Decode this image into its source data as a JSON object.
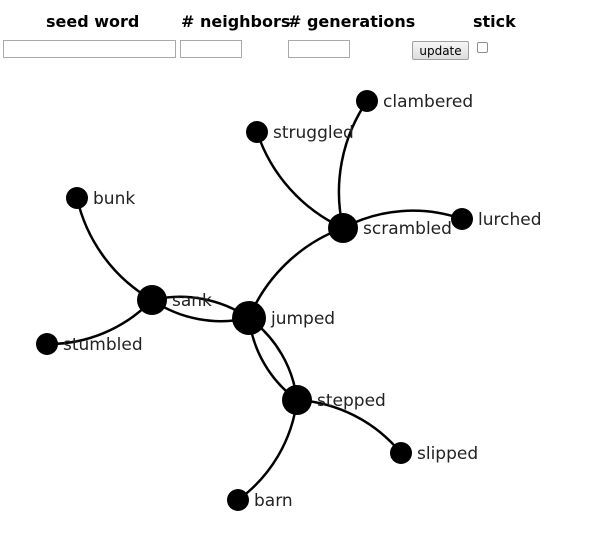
{
  "controls": {
    "seed_word_label": "seed word",
    "neighbors_label": "# neighbors",
    "generations_label": "# generations",
    "stick_label": "stick",
    "seed_word_value": "",
    "neighbors_value": "",
    "generations_value": "",
    "update_label": "update",
    "stick_checked": false
  },
  "graph": {
    "nodes": [
      {
        "id": "jumped",
        "label": "jumped",
        "level": 0
      },
      {
        "id": "scrambled",
        "label": "scrambled",
        "level": 1
      },
      {
        "id": "sank",
        "label": "sank",
        "level": 1
      },
      {
        "id": "stepped",
        "label": "stepped",
        "level": 1
      },
      {
        "id": "clambered",
        "label": "clambered",
        "level": 2
      },
      {
        "id": "struggled",
        "label": "struggled",
        "level": 2
      },
      {
        "id": "lurched",
        "label": "lurched",
        "level": 2
      },
      {
        "id": "bunk",
        "label": "bunk",
        "level": 2
      },
      {
        "id": "stumbled",
        "label": "stumbled",
        "level": 2
      },
      {
        "id": "slipped",
        "label": "slipped",
        "level": 2
      },
      {
        "id": "barn",
        "label": "barn",
        "level": 2
      }
    ],
    "edges": [
      {
        "source": "jumped",
        "target": "scrambled"
      },
      {
        "source": "jumped",
        "target": "sank"
      },
      {
        "source": "sank",
        "target": "jumped"
      },
      {
        "source": "jumped",
        "target": "stepped"
      },
      {
        "source": "stepped",
        "target": "jumped"
      },
      {
        "source": "scrambled",
        "target": "clambered"
      },
      {
        "source": "scrambled",
        "target": "struggled"
      },
      {
        "source": "scrambled",
        "target": "lurched"
      },
      {
        "source": "sank",
        "target": "bunk"
      },
      {
        "source": "sank",
        "target": "stumbled"
      },
      {
        "source": "stepped",
        "target": "slipped"
      },
      {
        "source": "stepped",
        "target": "barn"
      }
    ]
  }
}
